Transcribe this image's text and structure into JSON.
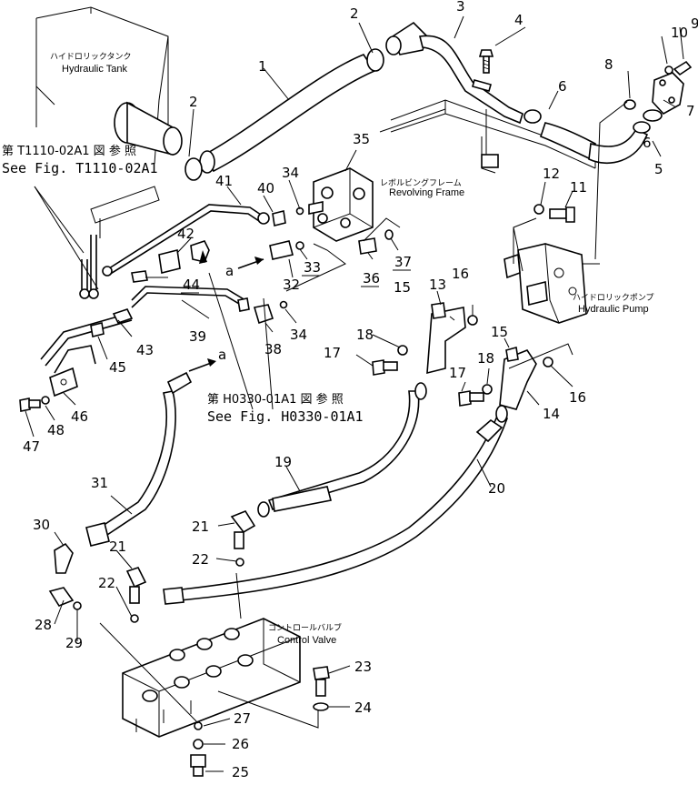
{
  "labels": {
    "hydraulic_tank_jp": "ハイドロリックタンク",
    "hydraulic_tank_en": "Hydraulic Tank",
    "ref_t1110_jp": "第 T1110-02A1 図 参 照",
    "ref_t1110_en": "See Fig. T1110-02A1",
    "revolving_frame_jp": "レボルビングフレーム",
    "revolving_frame_en": "Revolving Frame",
    "hydraulic_pump_jp": "ハイドロリックポンプ",
    "hydraulic_pump_en": "Hydraulic Pump",
    "ref_h0330_jp": "第 H0330-01A1 図 参 照",
    "ref_h0330_en": "See Fig. H0330-01A1",
    "control_valve_jp": "コントロールバルブ",
    "control_valve_en": "Control Valve",
    "arrow_a_1": "a",
    "arrow_a_2": "a"
  },
  "callouts": [
    {
      "id": "c1",
      "number": "1"
    },
    {
      "id": "c2a",
      "number": "2"
    },
    {
      "id": "c2b",
      "number": "2"
    },
    {
      "id": "c3",
      "number": "3"
    },
    {
      "id": "c4",
      "number": "4"
    },
    {
      "id": "c5",
      "number": "5"
    },
    {
      "id": "c6a",
      "number": "6"
    },
    {
      "id": "c6b",
      "number": "6"
    },
    {
      "id": "c7",
      "number": "7"
    },
    {
      "id": "c8",
      "number": "8"
    },
    {
      "id": "c9",
      "number": "9"
    },
    {
      "id": "c10",
      "number": "10"
    },
    {
      "id": "c11",
      "number": "11"
    },
    {
      "id": "c12",
      "number": "12"
    },
    {
      "id": "c13",
      "number": "13"
    },
    {
      "id": "c14",
      "number": "14"
    },
    {
      "id": "c15a",
      "number": "15"
    },
    {
      "id": "c15b",
      "number": "15"
    },
    {
      "id": "c16a",
      "number": "16"
    },
    {
      "id": "c16b",
      "number": "16"
    },
    {
      "id": "c17a",
      "number": "17"
    },
    {
      "id": "c17b",
      "number": "17"
    },
    {
      "id": "c18a",
      "number": "18"
    },
    {
      "id": "c18b",
      "number": "18"
    },
    {
      "id": "c19",
      "number": "19"
    },
    {
      "id": "c20",
      "number": "20"
    },
    {
      "id": "c21a",
      "number": "21"
    },
    {
      "id": "c21b",
      "number": "21"
    },
    {
      "id": "c22a",
      "number": "22"
    },
    {
      "id": "c22b",
      "number": "22"
    },
    {
      "id": "c23",
      "number": "23"
    },
    {
      "id": "c24",
      "number": "24"
    },
    {
      "id": "c25",
      "number": "25"
    },
    {
      "id": "c26",
      "number": "26"
    },
    {
      "id": "c27",
      "number": "27"
    },
    {
      "id": "c28",
      "number": "28"
    },
    {
      "id": "c29",
      "number": "29"
    },
    {
      "id": "c30",
      "number": "30"
    },
    {
      "id": "c31",
      "number": "31"
    },
    {
      "id": "c32",
      "number": "32"
    },
    {
      "id": "c33",
      "number": "33"
    },
    {
      "id": "c34a",
      "number": "34"
    },
    {
      "id": "c34b",
      "number": "34"
    },
    {
      "id": "c35",
      "number": "35"
    },
    {
      "id": "c36",
      "number": "36"
    },
    {
      "id": "c37",
      "number": "37"
    },
    {
      "id": "c38",
      "number": "38"
    },
    {
      "id": "c39",
      "number": "39"
    },
    {
      "id": "c40",
      "number": "40"
    },
    {
      "id": "c41",
      "number": "41"
    },
    {
      "id": "c42",
      "number": "42"
    },
    {
      "id": "c43",
      "number": "43"
    },
    {
      "id": "c44",
      "number": "44"
    },
    {
      "id": "c45",
      "number": "45"
    },
    {
      "id": "c46",
      "number": "46"
    },
    {
      "id": "c47",
      "number": "47"
    },
    {
      "id": "c48",
      "number": "48"
    }
  ]
}
